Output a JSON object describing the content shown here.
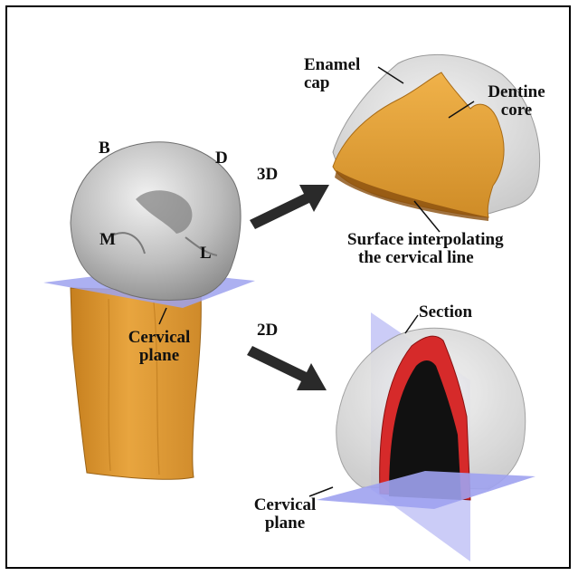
{
  "figure": {
    "orientation": {
      "buccal": "B",
      "distal": "D",
      "mesial": "M",
      "lingual": "L"
    },
    "tooth_label": {
      "line1": "Cervical",
      "line2": "plane"
    },
    "arrow_3d": "3D",
    "arrow_2d": "2D",
    "panel_3d": {
      "enamel": {
        "line1": "Enamel",
        "line2": "cap"
      },
      "dentine": {
        "line1": "Dentine",
        "line2": "core"
      },
      "surface": {
        "line1": "Surface interpolating",
        "line2": "the cervical line"
      }
    },
    "panel_2d": {
      "section": "Section",
      "cervical": {
        "line1": "Cervical",
        "line2": "plane"
      }
    }
  },
  "colors": {
    "enamel": "#c9c9c9",
    "dentine": "#e4a23a",
    "plane": "#9ea2ef",
    "section_red": "#d62a2a",
    "section_black": "#111111"
  }
}
